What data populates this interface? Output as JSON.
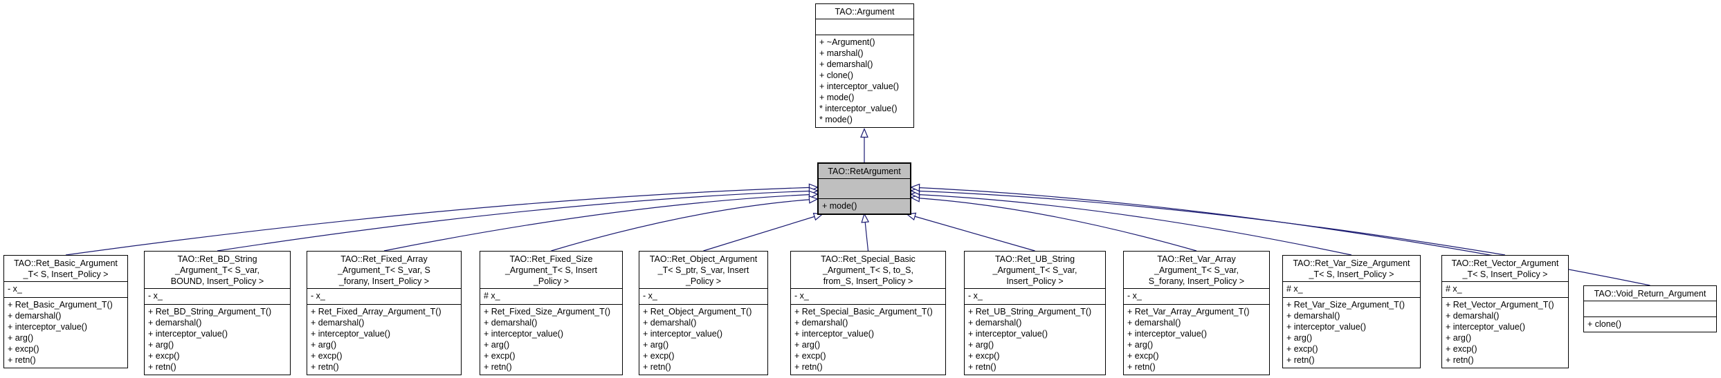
{
  "diagram_title": "TAO::RetArgument inheritance graph",
  "colors": {
    "edge": "#191970",
    "box_border": "#000000",
    "box_fill": "#ffffff",
    "focus_fill": "#bfbfbf",
    "text": "#000000",
    "background": "#ffffff"
  },
  "classes": [
    {
      "name": "tao-argument",
      "role": "base",
      "title_lines": [
        "TAO::Argument"
      ],
      "attributes": [],
      "methods": [
        "+ ~Argument()",
        "+ marshal()",
        "+ demarshal()",
        "+ clone()",
        "+ interceptor_value()",
        "+ mode()",
        "* interceptor_value()",
        "* mode()"
      ]
    },
    {
      "name": "tao-retargument",
      "role": "focus",
      "title_lines": [
        "TAO::RetArgument"
      ],
      "attributes": [],
      "methods": [
        "+ mode()"
      ]
    },
    {
      "name": "tao-ret-basic-argument-t",
      "role": "derived",
      "title_lines": [
        "TAO::Ret_Basic_Argument",
        "_T< S, Insert_Policy >"
      ],
      "attributes": [
        "- x_"
      ],
      "methods": [
        "+ Ret_Basic_Argument_T()",
        "+ demarshal()",
        "+ interceptor_value()",
        "+ arg()",
        "+ excp()",
        "+ retn()"
      ]
    },
    {
      "name": "tao-ret-bd-string-argument-t",
      "role": "derived",
      "title_lines": [
        "TAO::Ret_BD_String",
        "_Argument_T< S_var,",
        "BOUND, Insert_Policy >"
      ],
      "attributes": [
        "- x_"
      ],
      "methods": [
        "+ Ret_BD_String_Argument_T()",
        "+ demarshal()",
        "+ interceptor_value()",
        "+ arg()",
        "+ excp()",
        "+ retn()"
      ]
    },
    {
      "name": "tao-ret-fixed-array-argument-t",
      "role": "derived",
      "title_lines": [
        "TAO::Ret_Fixed_Array",
        "_Argument_T< S_var, S",
        "_forany, Insert_Policy >"
      ],
      "attributes": [
        "- x_"
      ],
      "methods": [
        "+ Ret_Fixed_Array_Argument_T()",
        "+ demarshal()",
        "+ interceptor_value()",
        "+ arg()",
        "+ excp()",
        "+ retn()"
      ]
    },
    {
      "name": "tao-ret-fixed-size-argument-t",
      "role": "derived",
      "title_lines": [
        "TAO::Ret_Fixed_Size",
        "_Argument_T< S, Insert",
        "_Policy >"
      ],
      "attributes": [
        "# x_"
      ],
      "methods": [
        "+ Ret_Fixed_Size_Argument_T()",
        "+ demarshal()",
        "+ interceptor_value()",
        "+ arg()",
        "+ excp()",
        "+ retn()"
      ]
    },
    {
      "name": "tao-ret-object-argument-t",
      "role": "derived",
      "title_lines": [
        "TAO::Ret_Object_Argument",
        "_T< S_ptr, S_var, Insert",
        "_Policy >"
      ],
      "attributes": [
        "- x_"
      ],
      "methods": [
        "+ Ret_Object_Argument_T()",
        "+ demarshal()",
        "+ interceptor_value()",
        "+ arg()",
        "+ excp()",
        "+ retn()"
      ]
    },
    {
      "name": "tao-ret-special-basic-argument-t",
      "role": "derived",
      "title_lines": [
        "TAO::Ret_Special_Basic",
        "_Argument_T< S, to_S,",
        "from_S, Insert_Policy >"
      ],
      "attributes": [
        "- x_"
      ],
      "methods": [
        "+ Ret_Special_Basic_Argument_T()",
        "+ demarshal()",
        "+ interceptor_value()",
        "+ arg()",
        "+ excp()",
        "+ retn()"
      ]
    },
    {
      "name": "tao-ret-ub-string-argument-t",
      "role": "derived",
      "title_lines": [
        "TAO::Ret_UB_String",
        "_Argument_T< S_var,",
        "Insert_Policy >"
      ],
      "attributes": [
        "- x_"
      ],
      "methods": [
        "+ Ret_UB_String_Argument_T()",
        "+ demarshal()",
        "+ interceptor_value()",
        "+ arg()",
        "+ excp()",
        "+ retn()"
      ]
    },
    {
      "name": "tao-ret-var-array-argument-t",
      "role": "derived",
      "title_lines": [
        "TAO::Ret_Var_Array",
        "_Argument_T< S_var,",
        "S_forany, Insert_Policy >"
      ],
      "attributes": [
        "- x_"
      ],
      "methods": [
        "+ Ret_Var_Array_Argument_T()",
        "+ demarshal()",
        "+ interceptor_value()",
        "+ arg()",
        "+ excp()",
        "+ retn()"
      ]
    },
    {
      "name": "tao-ret-var-size-argument-t",
      "role": "derived",
      "title_lines": [
        "TAO::Ret_Var_Size_Argument",
        "_T< S, Insert_Policy >"
      ],
      "attributes": [
        "# x_"
      ],
      "methods": [
        "+ Ret_Var_Size_Argument_T()",
        "+ demarshal()",
        "+ interceptor_value()",
        "+ arg()",
        "+ excp()",
        "+ retn()"
      ]
    },
    {
      "name": "tao-ret-vector-argument-t",
      "role": "derived",
      "title_lines": [
        "TAO::Ret_Vector_Argument",
        "_T< S, Insert_Policy >"
      ],
      "attributes": [
        "# x_"
      ],
      "methods": [
        "+ Ret_Vector_Argument_T()",
        "+ demarshal()",
        "+ interceptor_value()",
        "+ arg()",
        "+ excp()",
        "+ retn()"
      ]
    },
    {
      "name": "tao-void-return-argument",
      "role": "derived",
      "title_lines": [
        "TAO::Void_Return_Argument"
      ],
      "attributes": [],
      "methods": [
        "+ clone()"
      ]
    }
  ]
}
